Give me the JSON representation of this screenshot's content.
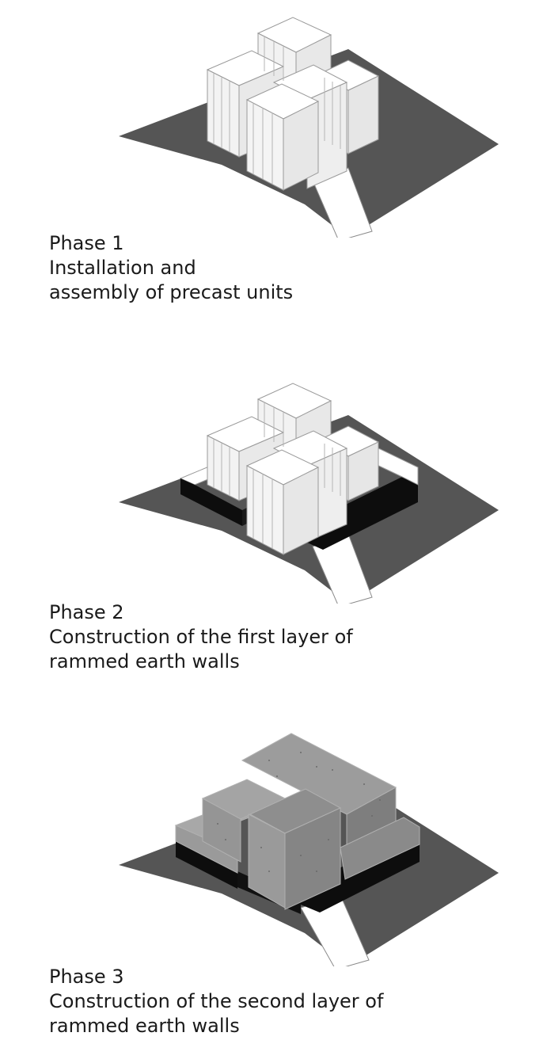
{
  "phases": [
    {
      "title": "Phase 1",
      "line1": "Installation and",
      "line2": "assembly of precast units"
    },
    {
      "title": "Phase 2",
      "line1": "Construction of the first layer of",
      "line2": "rammed earth walls"
    },
    {
      "title": "Phase 3",
      "line1": "Construction of the second layer of",
      "line2": "rammed earth walls"
    }
  ],
  "colors": {
    "ground": "#555555",
    "earth_wall": "#0d0d0d",
    "precast_unit": "#ffffff",
    "second_layer": "#8c8c8c",
    "outline": "#9a9a9a"
  }
}
